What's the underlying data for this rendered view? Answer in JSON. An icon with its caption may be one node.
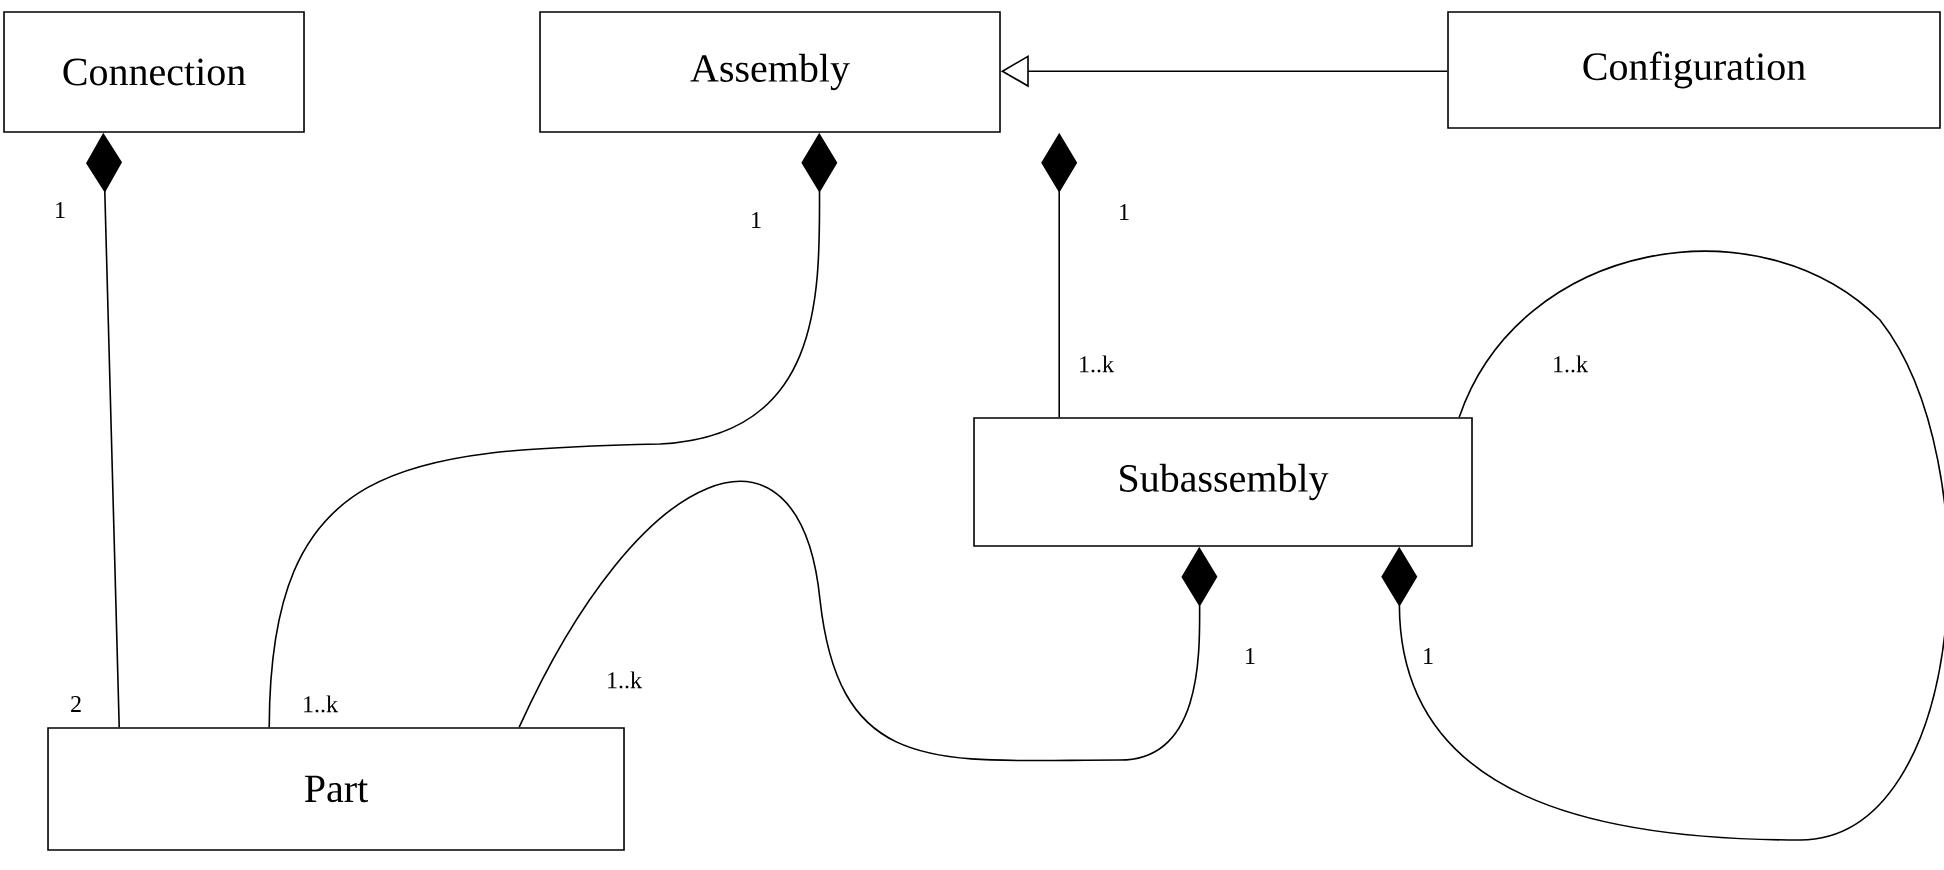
{
  "diagram": {
    "nodes": [
      {
        "text": [
          "Connection"
        ]
      },
      {
        "text": [
          "Assembly"
        ]
      },
      {
        "text": [
          "Configuration"
        ]
      },
      {
        "text": [
          "Subassembly"
        ]
      },
      {
        "text": [
          "Part"
        ]
      }
    ],
    "edges": [
      {
        "from": 4,
        "to": 0,
        "arrow": "other"
      },
      {
        "from": 4,
        "to": 1,
        "arrow": "other"
      },
      {
        "from": 3,
        "to": 1,
        "arrow": "other"
      },
      {
        "from": 2,
        "to": 1,
        "arrow": "to"
      },
      {
        "from": 4,
        "to": 3,
        "arrow": "other"
      },
      {
        "from": 3,
        "to": 3,
        "arrow": "other"
      }
    ],
    "labels": [
      "1",
      "1",
      "1",
      "1..k",
      "1..k",
      "1",
      "1",
      "2",
      "1..k",
      "1..k"
    ]
  }
}
